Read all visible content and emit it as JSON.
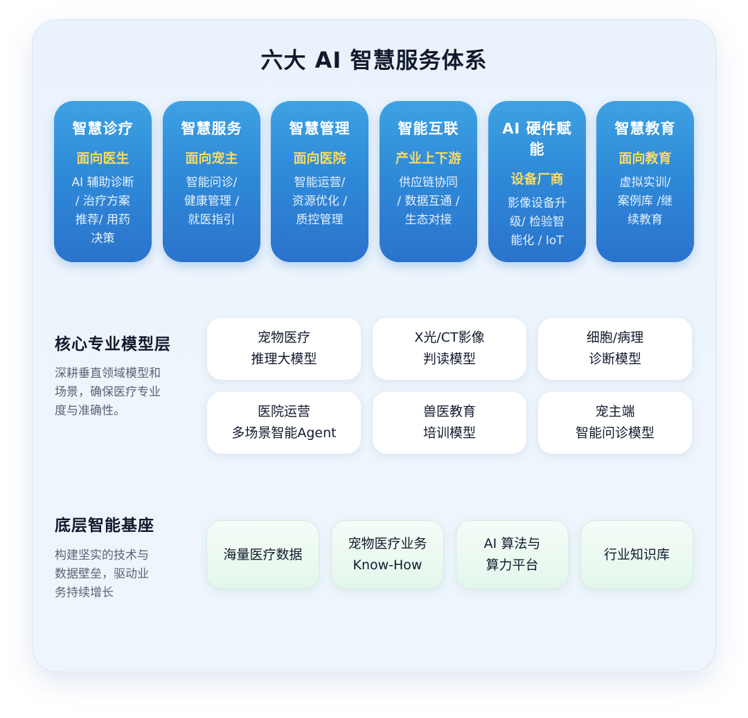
{
  "title": "六大 AI 智慧服务体系",
  "pillars": [
    {
      "name": "智慧诊疗",
      "target": "面向医生",
      "desc": [
        "AI 辅助诊断",
        "/ 治疗方案",
        "推荐/ 用药",
        "决策"
      ]
    },
    {
      "name": "智慧服务",
      "target": "面向宠主",
      "desc": [
        "智能问诊/",
        "健康管理 /",
        "就医指引"
      ]
    },
    {
      "name": "智慧管理",
      "target": "面向医院",
      "desc": [
        "智能运营/",
        "资源优化 /",
        "质控管理"
      ]
    },
    {
      "name": "智能互联",
      "target": "产业上下游",
      "desc": [
        "供应链协同",
        "/ 数据互通 /",
        "生态对接"
      ]
    },
    {
      "name": "AI 硬件赋能",
      "target": "设备厂商",
      "desc": [
        "影像设备升",
        "级/ 检验智",
        "能化 / IoT"
      ]
    },
    {
      "name": "智慧教育",
      "target": "面向教育",
      "desc": [
        "虚拟实训/",
        "案例库 /继",
        "续教育"
      ]
    }
  ],
  "core_layer": {
    "title": "核心专业模型层",
    "desc": [
      "深耕垂直领域模型和",
      "场景，确保医疗专业",
      "度与准确性。"
    ],
    "models": [
      {
        "line1": "宠物医疗",
        "line2": "推理大模型"
      },
      {
        "line1": "X光/CT影像",
        "line2": "判读模型"
      },
      {
        "line1": "细胞/病理",
        "line2": "诊断模型"
      },
      {
        "line1": "医院运营",
        "line2": "多场景智能Agent"
      },
      {
        "line1": "兽医教育",
        "line2": "培训模型"
      },
      {
        "line1": "宠主端",
        "line2": "智能问诊模型"
      }
    ]
  },
  "base_layer": {
    "title": "底层智能基座",
    "desc": [
      "构建坚实的技术与",
      "数据壁垒，驱动业",
      "务持续增长"
    ],
    "items": [
      {
        "line1": "海量医疗数据",
        "line2": ""
      },
      {
        "line1": "宠物医疗业务",
        "line2": "Know-How"
      },
      {
        "line1": "AI 算法与",
        "line2": "算力平台"
      },
      {
        "line1": "行业知识库",
        "line2": ""
      }
    ]
  },
  "colors": {
    "pillar_gradient_top": "#3ea2e3",
    "pillar_gradient_bottom": "#2a73cc",
    "pillar_target_yellow": "#f8db63",
    "base_green": "#e4f7ec",
    "card_background": "#eaf3fc"
  }
}
